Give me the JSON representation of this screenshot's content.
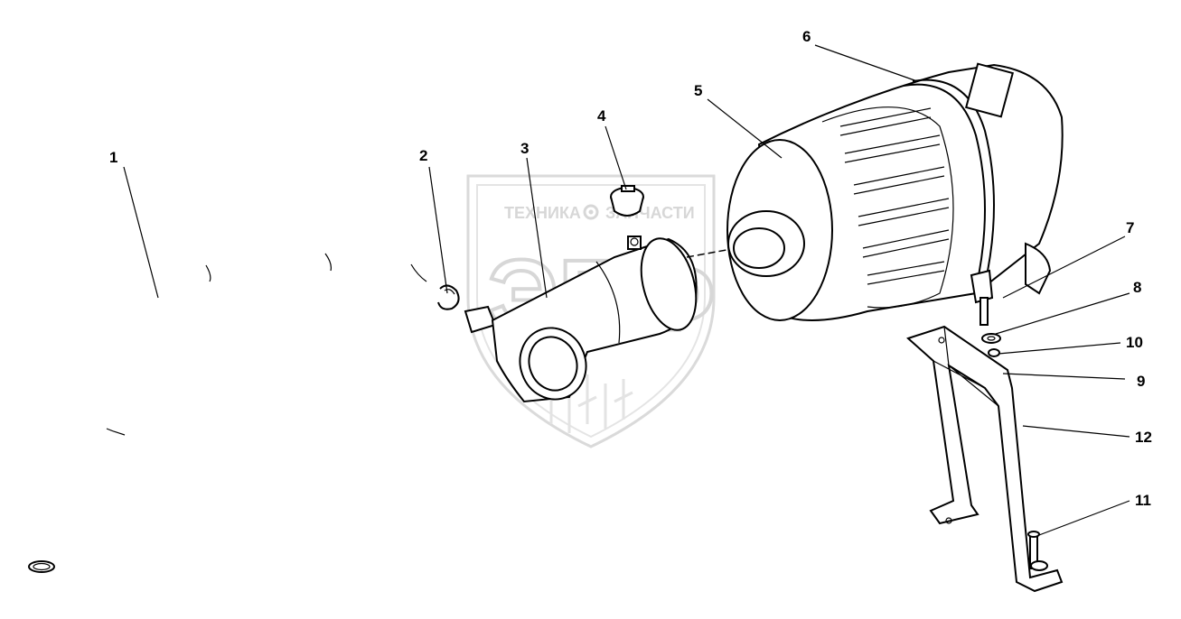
{
  "watermark": {
    "left_text": "ТЕХНИКА",
    "right_text": "ЗАПЧАСТИ",
    "logo": "ЭПФ",
    "gear_icon": "gear-icon"
  },
  "callouts": [
    "1",
    "2",
    "3",
    "4",
    "5",
    "6",
    "7",
    "8",
    "9",
    "10",
    "11",
    "12"
  ],
  "colors": {
    "line": "#000000",
    "watermark": "#d3d3d3",
    "background": "#ffffff"
  }
}
